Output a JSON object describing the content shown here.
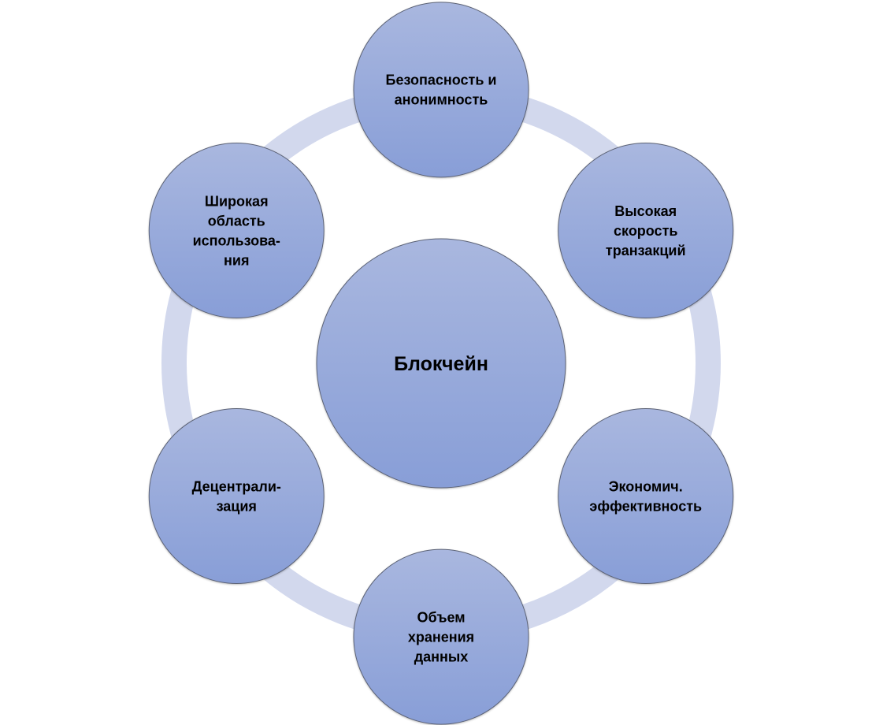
{
  "diagram": {
    "type": "radial-cycle",
    "center": {
      "label_lines": [
        "Блокчейн"
      ]
    },
    "nodes": [
      {
        "id": "security",
        "label_lines": [
          "Безопасность и",
          "анонимность"
        ]
      },
      {
        "id": "speed",
        "label_lines": [
          "Высокая",
          "скорость",
          "транзакций"
        ]
      },
      {
        "id": "efficiency",
        "label_lines": [
          "Экономич.",
          "эффективность"
        ]
      },
      {
        "id": "storage",
        "label_lines": [
          "Объем",
          "хранения",
          "данных"
        ]
      },
      {
        "id": "decentralization",
        "label_lines": [
          "Децентрали-",
          "зация"
        ]
      },
      {
        "id": "usage",
        "label_lines": [
          "Широкая",
          "область",
          "использова-",
          "ния"
        ]
      }
    ],
    "colors": {
      "node_fill_top": "#A9B7DF",
      "node_fill_bottom": "#889ED7",
      "node_border": "#5B6275",
      "ring": "#D2D8ED",
      "text": "#000000"
    }
  }
}
